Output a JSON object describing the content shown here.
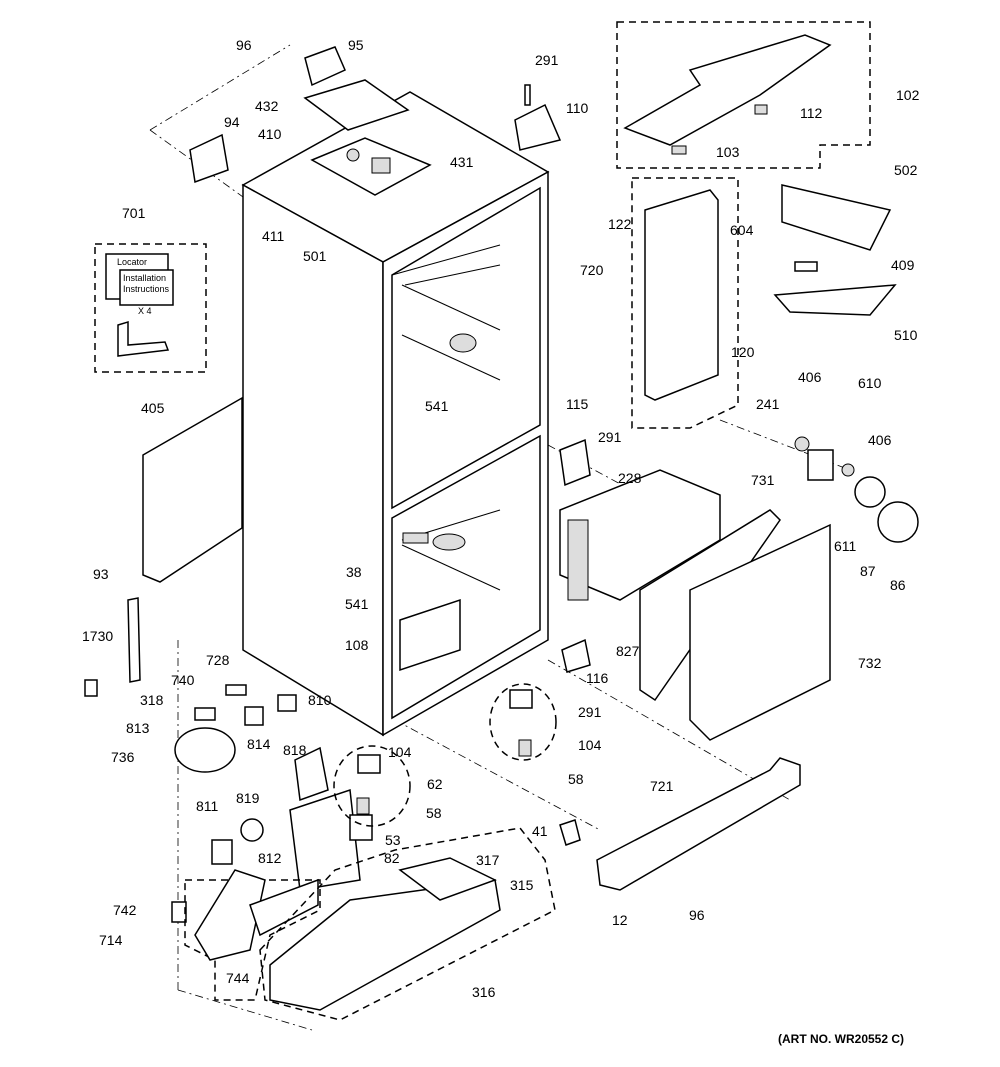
{
  "diagram": {
    "labels": [
      "96",
      "95",
      "291",
      "110",
      "102",
      "112",
      "103",
      "432",
      "410",
      "94",
      "431",
      "411",
      "501",
      "701",
      "502",
      "122",
      "604",
      "720",
      "409",
      "510",
      "120",
      "405",
      "541",
      "406",
      "610",
      "115",
      "291",
      "241",
      "406",
      "228",
      "731",
      "611",
      "87",
      "86",
      "38",
      "541",
      "93",
      "108",
      "827",
      "732",
      "1730",
      "116",
      "728",
      "740",
      "318",
      "291",
      "813",
      "810",
      "814",
      "736",
      "818",
      "104",
      "104",
      "62",
      "58",
      "819",
      "58",
      "721",
      "41",
      "811",
      "812",
      "53",
      "82",
      "317",
      "315",
      "742",
      "714",
      "744",
      "12",
      "96",
      "316"
    ],
    "kit_card": {
      "locator": "Locator",
      "instructions_line1": "Installation",
      "instructions_line2": "Instructions",
      "quantity": "X 4"
    },
    "art_number": "(ART NO. WR20552 C)"
  }
}
